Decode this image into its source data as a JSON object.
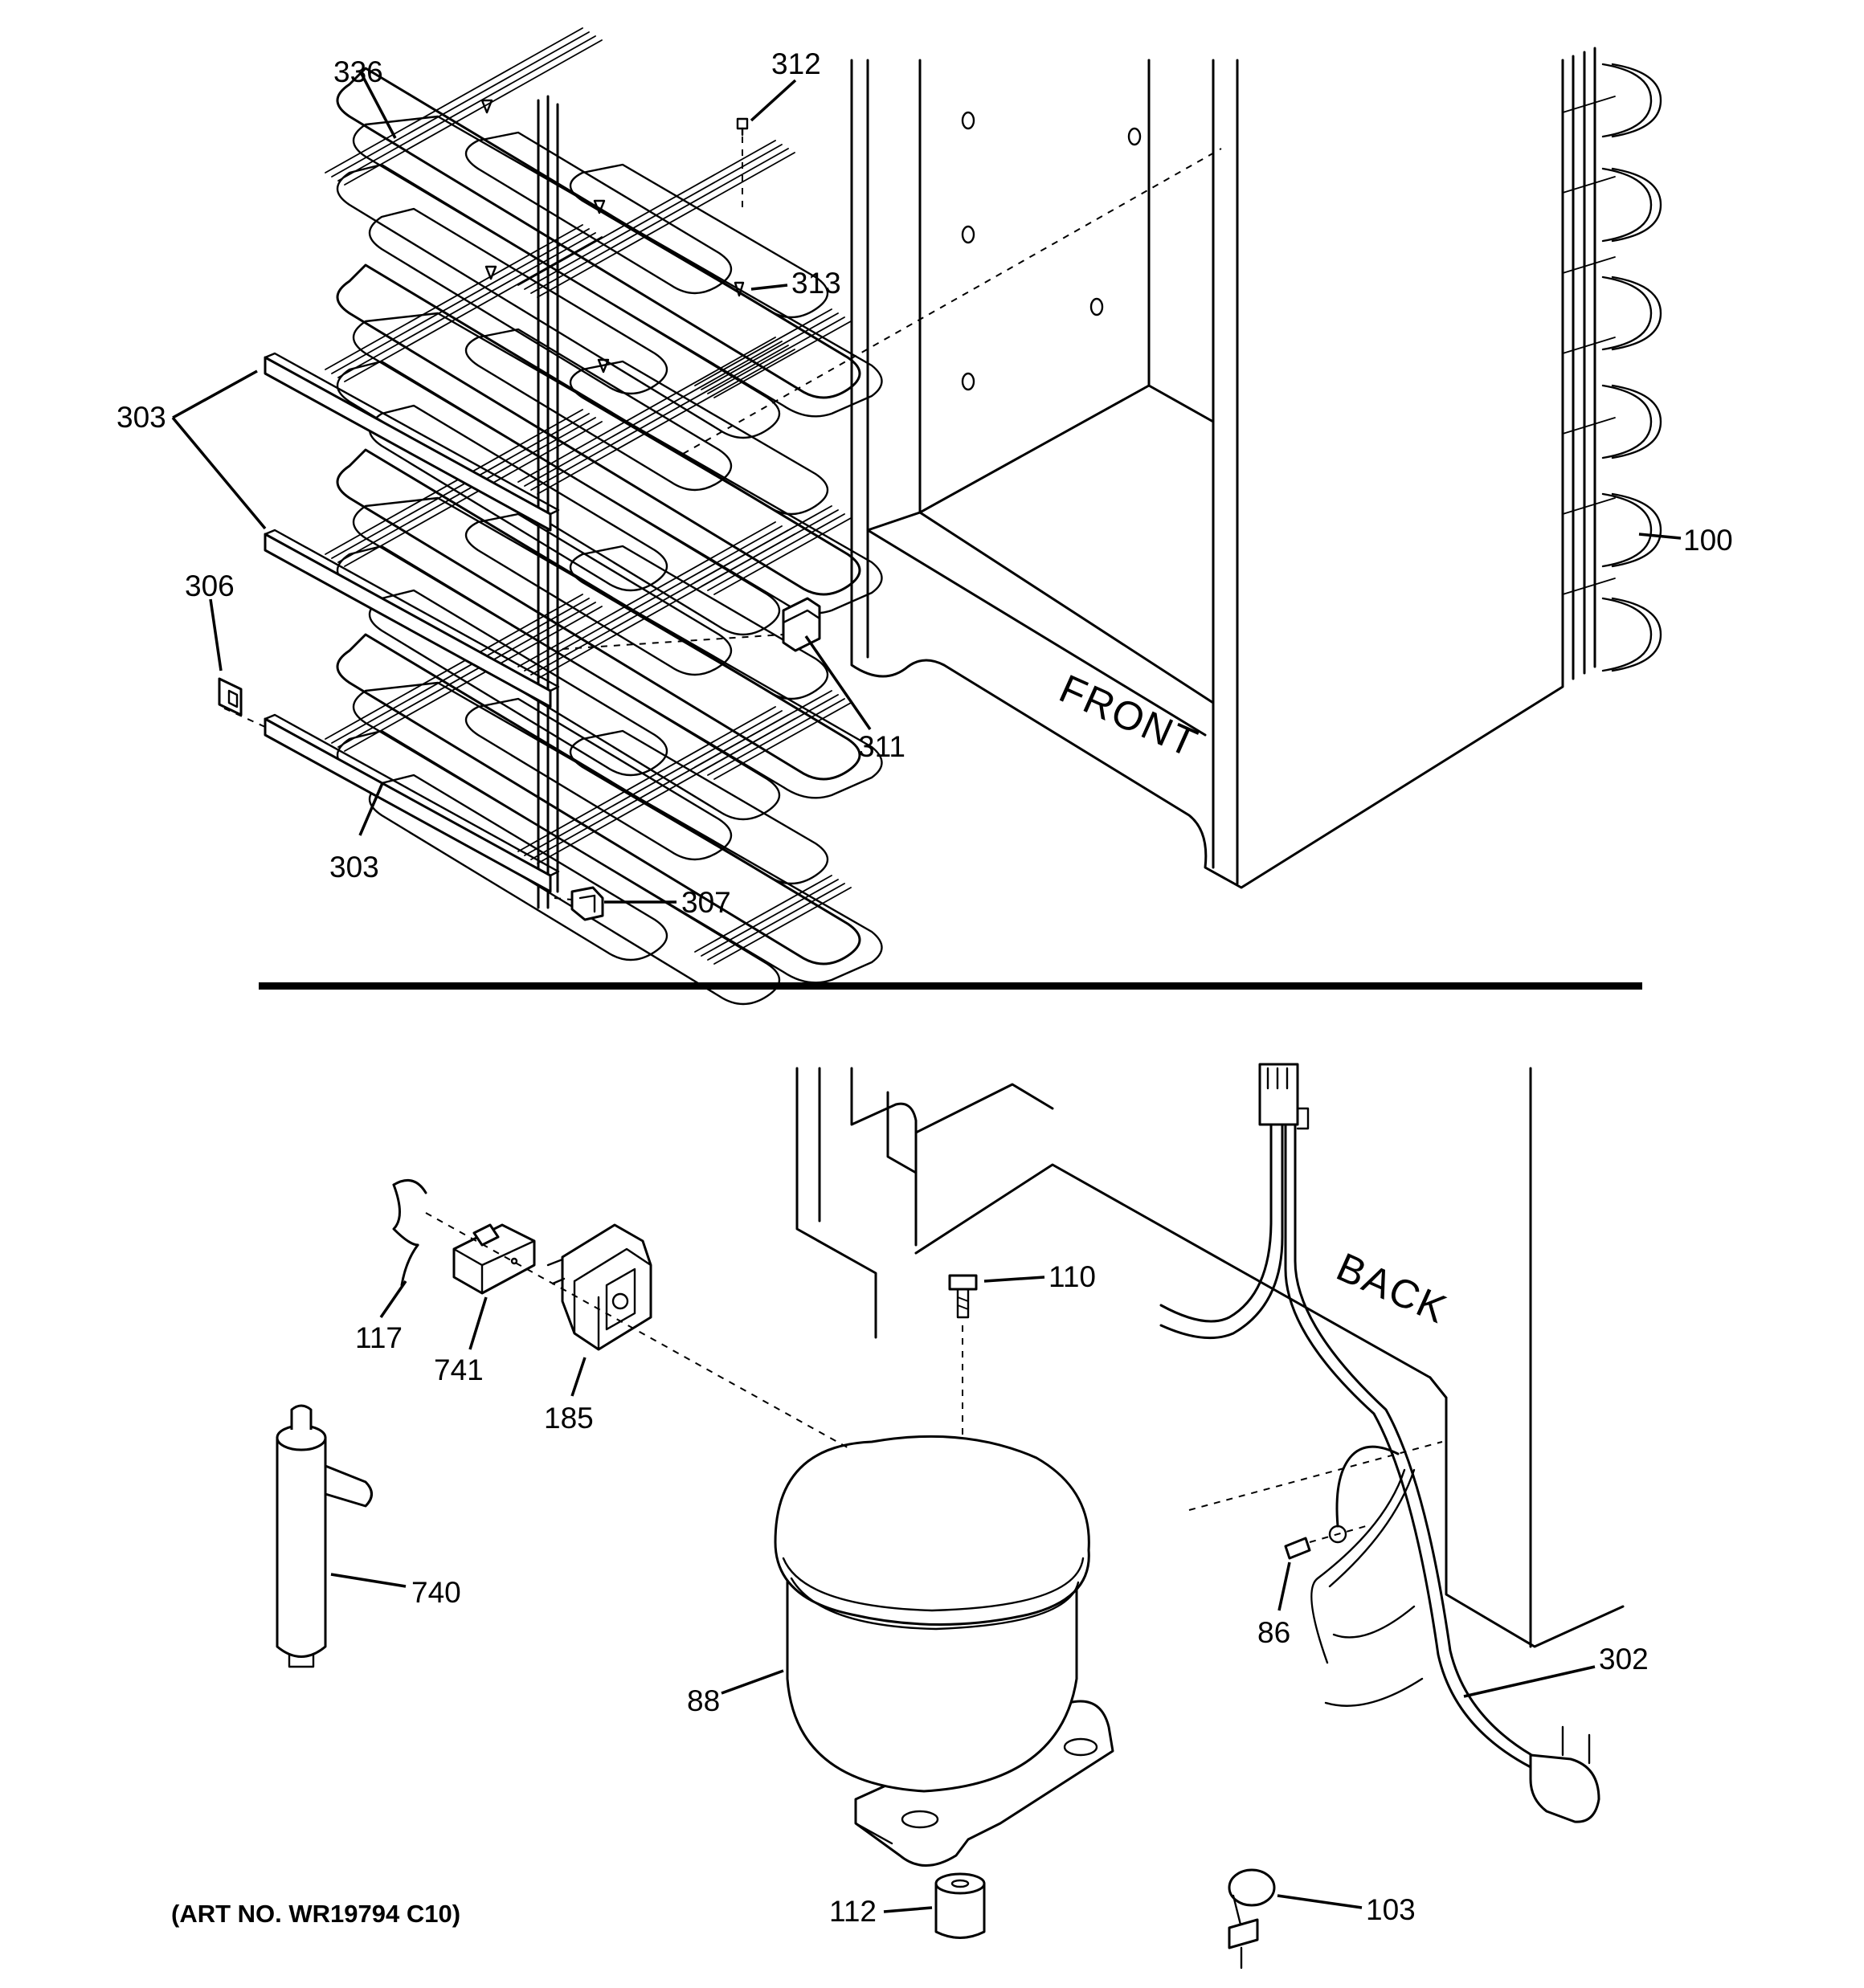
{
  "callouts": {
    "c336": "336",
    "c312": "312",
    "c313": "313",
    "c303a": "303",
    "c303b": "303",
    "c306": "306",
    "c311": "311",
    "c307": "307",
    "c100": "100",
    "c110": "110",
    "c117": "117",
    "c741": "741",
    "c185": "185",
    "c740": "740",
    "c88": "88",
    "c86": "86",
    "c302": "302",
    "c112": "112",
    "c103": "103"
  },
  "labels": {
    "front": "FRONT",
    "back": "BACK"
  },
  "art_number": "(ART NO. WR19794 C10)"
}
